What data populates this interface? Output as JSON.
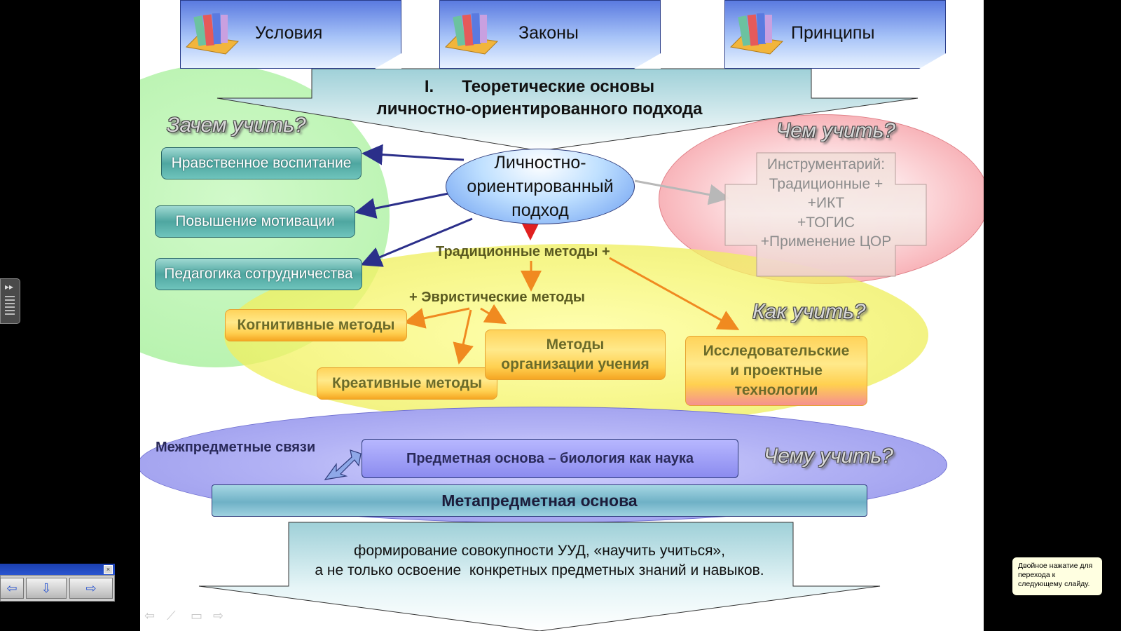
{
  "headers": [
    {
      "label": "Условия"
    },
    {
      "label": "Законы"
    },
    {
      "label": "Принципы"
    }
  ],
  "title": {
    "line1": "I.      Теоретические основы",
    "line2": "личностно-ориентированного подхода"
  },
  "center": {
    "line1": "Личностно-",
    "line2": "ориентированный",
    "line3": "подход"
  },
  "questions": {
    "why": "Зачем учить?",
    "with_what": "Чем учить?",
    "how": "Как учить?",
    "what": "Чему учить?"
  },
  "why_items": [
    "Нравственное воспитание",
    "Повышение мотивации",
    "Педагогика сотрудничества"
  ],
  "tools": {
    "line1": "Инструментарий:",
    "line2": "Традиционные +",
    "line3": "+ИКТ",
    "line4": "+ТОГИС",
    "line5": "+Применение ЦОР"
  },
  "methods": {
    "traditional": "Традиционные методы +",
    "heuristic": "+ Эвристические методы",
    "cognitive": "Когнитивные методы",
    "creative": "Креативные методы",
    "organization_l1": "Методы",
    "organization_l2": "организации учения",
    "research_l1": "Исследовательские",
    "research_l2": "и проектные",
    "research_l3": "технологии"
  },
  "subject": {
    "interdisciplinary": "Межпредметные связи",
    "subject_basis": "Предметная основа – биология как наука",
    "meta_basis": "Метапредметная основа"
  },
  "conclusion": {
    "line1": "формирование совокупности УУД, «научить учиться»,",
    "line2": "а не только освоение  конкретных предметных знаний и навыков."
  },
  "hint": "Двойное нажатие для перехода к следующему слайду.",
  "colors": {
    "green_ellipse": "#b8f5b0",
    "yellow_ellipse": "#f0f060",
    "purple_ellipse": "#9c9cf0",
    "red_ellipse": "#f7a0a6",
    "orange_arrow": "#f08a20",
    "navy_arrow": "#2b2f8a"
  }
}
